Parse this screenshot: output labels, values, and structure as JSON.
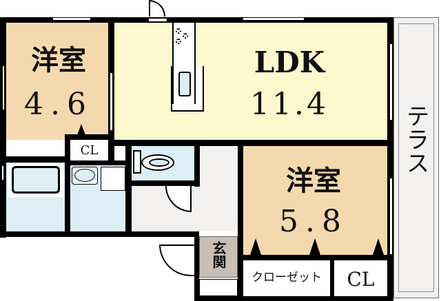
{
  "floorplan": {
    "rooms": {
      "western_room_1": {
        "name": "洋室",
        "size": "4.6",
        "color": "#F5D9AE"
      },
      "ldk": {
        "name": "LDK",
        "size": "11.4",
        "color": "#FEF8CE"
      },
      "western_room_2": {
        "name": "洋室",
        "size": "5.8",
        "color": "#F5D9AE"
      },
      "terrace": {
        "name": "テラス",
        "color": "#F2F1EF"
      },
      "entrance": {
        "name": "玄関",
        "color": "#C8BEB4"
      },
      "closet_large": {
        "name": "クローゼット"
      },
      "closet_1": {
        "name": "CL"
      },
      "closet_2": {
        "name": "CL"
      },
      "bathroom": {
        "color": "#DCEFF6"
      },
      "washroom": {
        "color": "#DCEFF6"
      },
      "toilet": {
        "color": "#DCEFF6"
      },
      "hallway": {
        "color": "#F2F1EF"
      }
    },
    "colors": {
      "wall": "#000000",
      "western_room": "#F5D9AE",
      "ldk": "#FEF8CE",
      "wet_area": "#DCEFF6",
      "hallway": "#F2F1EF",
      "entrance": "#C8BEB4"
    }
  }
}
